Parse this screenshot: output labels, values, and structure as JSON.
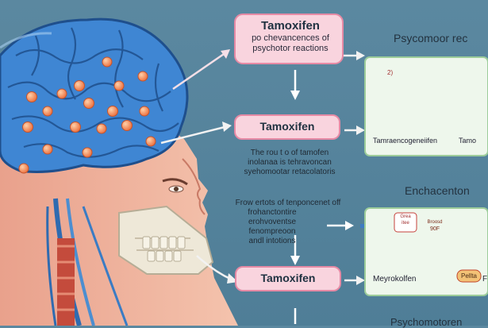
{
  "pills": {
    "top": {
      "title": "Tamoxifen",
      "line1": "po chevancences of",
      "line2": "psychotor reactions"
    },
    "middle": {
      "title": "Tamoxifen"
    },
    "bottom": {
      "title": "Tamoxifen"
    }
  },
  "notes": {
    "middle": {
      "line1": "The rou t o of tamofen",
      "line2": "inolanaa is tehravoncan",
      "line3": "syehomootar retacolatoris"
    },
    "left": {
      "line1": "Frow ertots of tenponcenet off",
      "line2": "frohanctontire",
      "line3": "erohvoventse",
      "line4": "fenompreoon",
      "line5": "andl intotions"
    }
  },
  "panels": {
    "top": {
      "heading": "Psycomoor rec",
      "caption_left": "Tamraencogeneiifen",
      "caption_right": "Tamo",
      "tag": "2)"
    },
    "bottom": {
      "heading": "Enchacenton",
      "caption_left": "Meyrokolfen",
      "caption_right": "F",
      "pill_label": "Pellta",
      "receptor_line1": "Broosd",
      "receptor_line2": "90F",
      "tag_line1": "Grea",
      "tag_line2": "itee"
    }
  },
  "footer": {
    "heading_fragment": "Psychomotoren"
  },
  "colors": {
    "background": "#5b88a0",
    "brain": "#3f86d3",
    "pill_fill": "#f9d4de",
    "pill_border": "#e68aa5",
    "panel_fill": "#eef7ec",
    "panel_border": "#9ccc9a",
    "node": "#f08a4b"
  }
}
